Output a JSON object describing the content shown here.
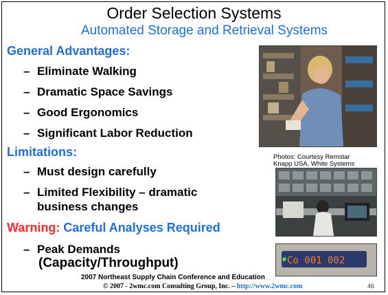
{
  "slide": {
    "title": "Order Selection Systems",
    "subtitle": "Automated Storage and Retrieval Systems",
    "advantages_heading": "General Advantages:",
    "advantages": [
      "Eliminate Walking",
      "Dramatic Space Savings",
      "Good Ergonomics",
      "Significant Labor Reduction"
    ],
    "limitations_heading": "Limitations:",
    "limitations": [
      "Must design carefully",
      "Limited Flexibility – dramatic",
      "business changes"
    ],
    "warning_label": "Warning:",
    "warning_text": "Careful Analyses Required",
    "peak_line1": "Peak Demands",
    "peak_line2": "(Capacity/Throughput)",
    "dash": "–",
    "photo_credit_line1": "Photos: Courtesy Remstar",
    "photo_credit_line2": "Knapp USA, White Systems",
    "footer_line1": "2007 Northeast Supply Chain Conference and Education",
    "footer_line2": "© 2007 - 2wmc.com Consulting Group, Inc. –",
    "footer_url": "http://www.2wmc.com",
    "page_number": "46"
  },
  "colors": {
    "heading_blue": "#1f6fe0",
    "warning_red": "#ff2a2a"
  },
  "display": {
    "led_text": "Co 001 002"
  }
}
